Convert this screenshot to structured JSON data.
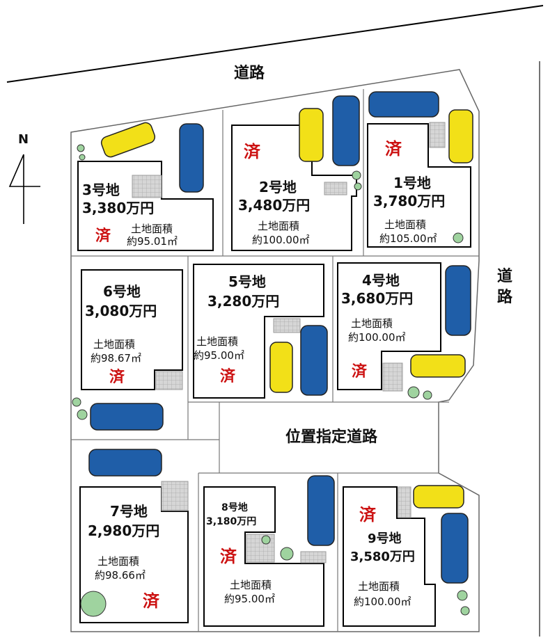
{
  "roads": {
    "north": "道路",
    "east_1": "道",
    "east_2": "路",
    "designated": "位置指定道路"
  },
  "compass": {
    "north": "N"
  },
  "area_label": "土地面積",
  "sold_mark": "済",
  "colors": {
    "car_blue": "#1f5ea8",
    "car_yellow": "#f2e018",
    "parking_tile": "#c8c8c8",
    "shrub": "#9fd39f",
    "sold_text": "#cc1111"
  },
  "lots": [
    {
      "id": "lot-1",
      "name": "1号地",
      "price": "3,780万円",
      "area": "約105.00㎡",
      "sold": true
    },
    {
      "id": "lot-2",
      "name": "2号地",
      "price": "3,480万円",
      "area": "約100.00㎡",
      "sold": true
    },
    {
      "id": "lot-3",
      "name": "3号地",
      "price": "3,380万円",
      "area": "約95.01㎡",
      "sold": true
    },
    {
      "id": "lot-4",
      "name": "4号地",
      "price": "3,680万円",
      "area": "約100.00㎡",
      "sold": true
    },
    {
      "id": "lot-5",
      "name": "5号地",
      "price": "3,280万円",
      "area": "約95.00㎡",
      "sold": true
    },
    {
      "id": "lot-6",
      "name": "6号地",
      "price": "3,080万円",
      "area": "約98.67㎡",
      "sold": true
    },
    {
      "id": "lot-7",
      "name": "7号地",
      "price": "2,980万円",
      "area": "約98.66㎡",
      "sold": true
    },
    {
      "id": "lot-8",
      "name": "8号地",
      "price": "3,180万円",
      "area": "約95.00㎡",
      "sold": true
    },
    {
      "id": "lot-9",
      "name": "9号地",
      "price": "3,580万円",
      "area": "約100.00㎡",
      "sold": true
    }
  ]
}
